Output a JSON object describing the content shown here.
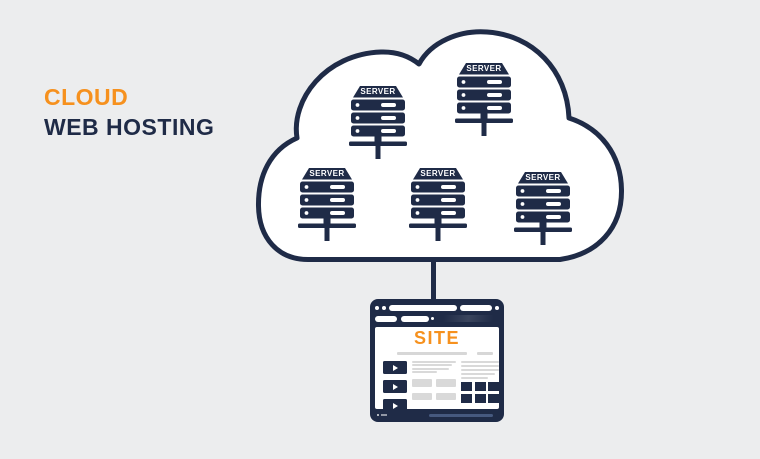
{
  "title": {
    "line1": "CLOUD",
    "line2": "WEB HOSTING"
  },
  "cloud": {
    "servers": [
      {
        "label": "SERVER"
      },
      {
        "label": "SERVER"
      },
      {
        "label": "SERVER"
      },
      {
        "label": "SERVER"
      },
      {
        "label": "SERVER"
      }
    ]
  },
  "browser": {
    "site_label": "SITE"
  },
  "icons": {
    "server": "server-rack-icon",
    "play": "play-triangle-icon",
    "cursor": "cursor-dot-icon",
    "cloud": "cloud-shape"
  },
  "colors": {
    "navy": "#1F2B47",
    "orange": "#F6911E",
    "bg": "#ECEDEE",
    "gray": "#D9D9D9",
    "scroll": "#46597F"
  }
}
